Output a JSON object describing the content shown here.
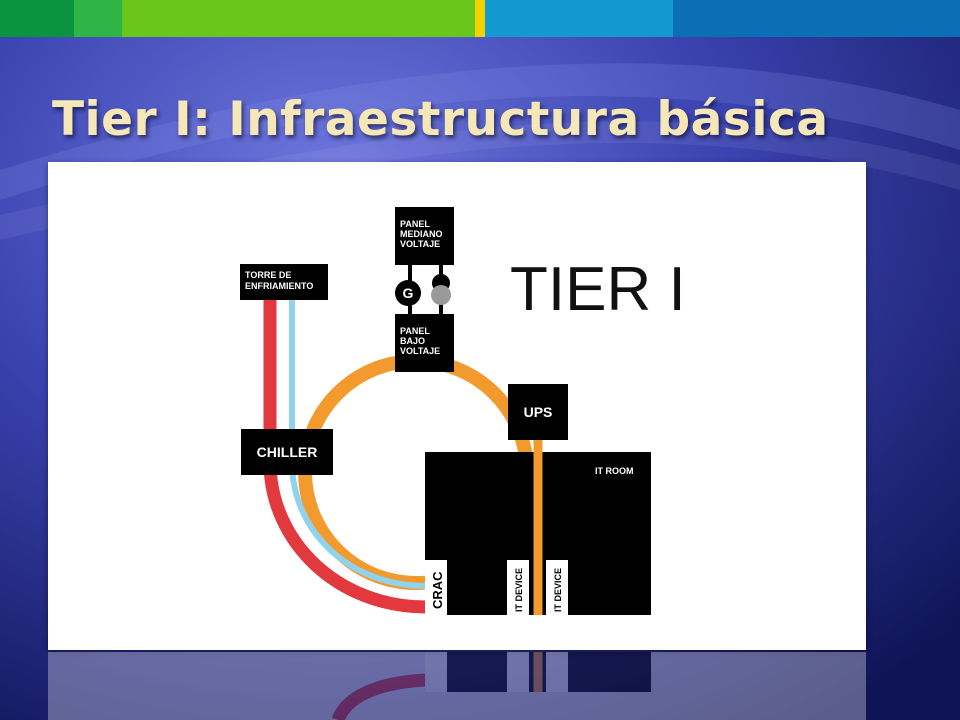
{
  "slide": {
    "title": "Tier I: Infraestructura básica",
    "colors": {
      "background_dark": "#0f1456",
      "background_light": "#6f78de",
      "title_color": "#f6e7b8",
      "top_bar": [
        "#10a040",
        "#36b848",
        "#69c61a",
        "#f3d200",
        "#1398d2",
        "#0a78bd"
      ]
    }
  },
  "diagram": {
    "heading": "TIER I",
    "colors": {
      "block": "#000000",
      "power_line": "#f39a2e",
      "chilled_water_hot": "#e2393e",
      "chilled_water_cold": "#8fd3ef",
      "label_text_on_block": "#ffffff"
    },
    "components": {
      "panel_mediano": [
        "PANEL",
        "MEDIANO",
        "VOLTAJE"
      ],
      "torre": [
        "TORRE DE",
        "ENFRIAMIENTO"
      ],
      "generator": "G",
      "panel_bajo": [
        "PANEL",
        "BAJO",
        "VOLTAJE"
      ],
      "ups": "UPS",
      "chiller": "CHILLER",
      "it_room": "IT ROOM",
      "crac": "CRAC",
      "it_device_1": "IT DEVICE",
      "it_device_2": "IT DEVICE"
    }
  }
}
